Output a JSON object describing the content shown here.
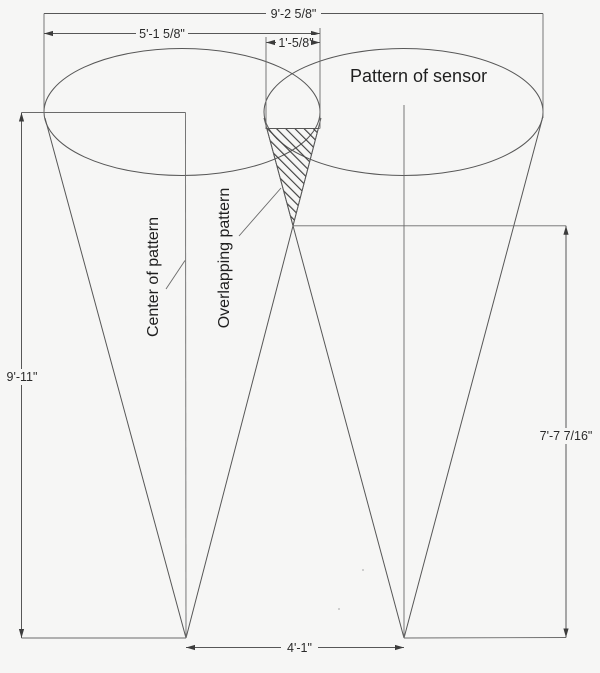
{
  "colors": {
    "background": "#f6f6f5",
    "line": "#575757",
    "hatch": "#3f3f3f",
    "text": "#1f1f1f"
  },
  "annotations": {
    "pattern_of_sensor": "Pattern of sensor",
    "center_of_pattern": "Center of pattern",
    "overlapping_pattern": "Overlapping pattern"
  },
  "dimensions": {
    "total_width": "9'-2 5/8\"",
    "left_pattern_width": "5'-1 5/8\"",
    "overlap_width": "1'-5/8\"",
    "left_pattern_height": "9'-11\"",
    "overlap_height": "7'-7 7/16\"",
    "apex_spacing": "4'-1\""
  }
}
